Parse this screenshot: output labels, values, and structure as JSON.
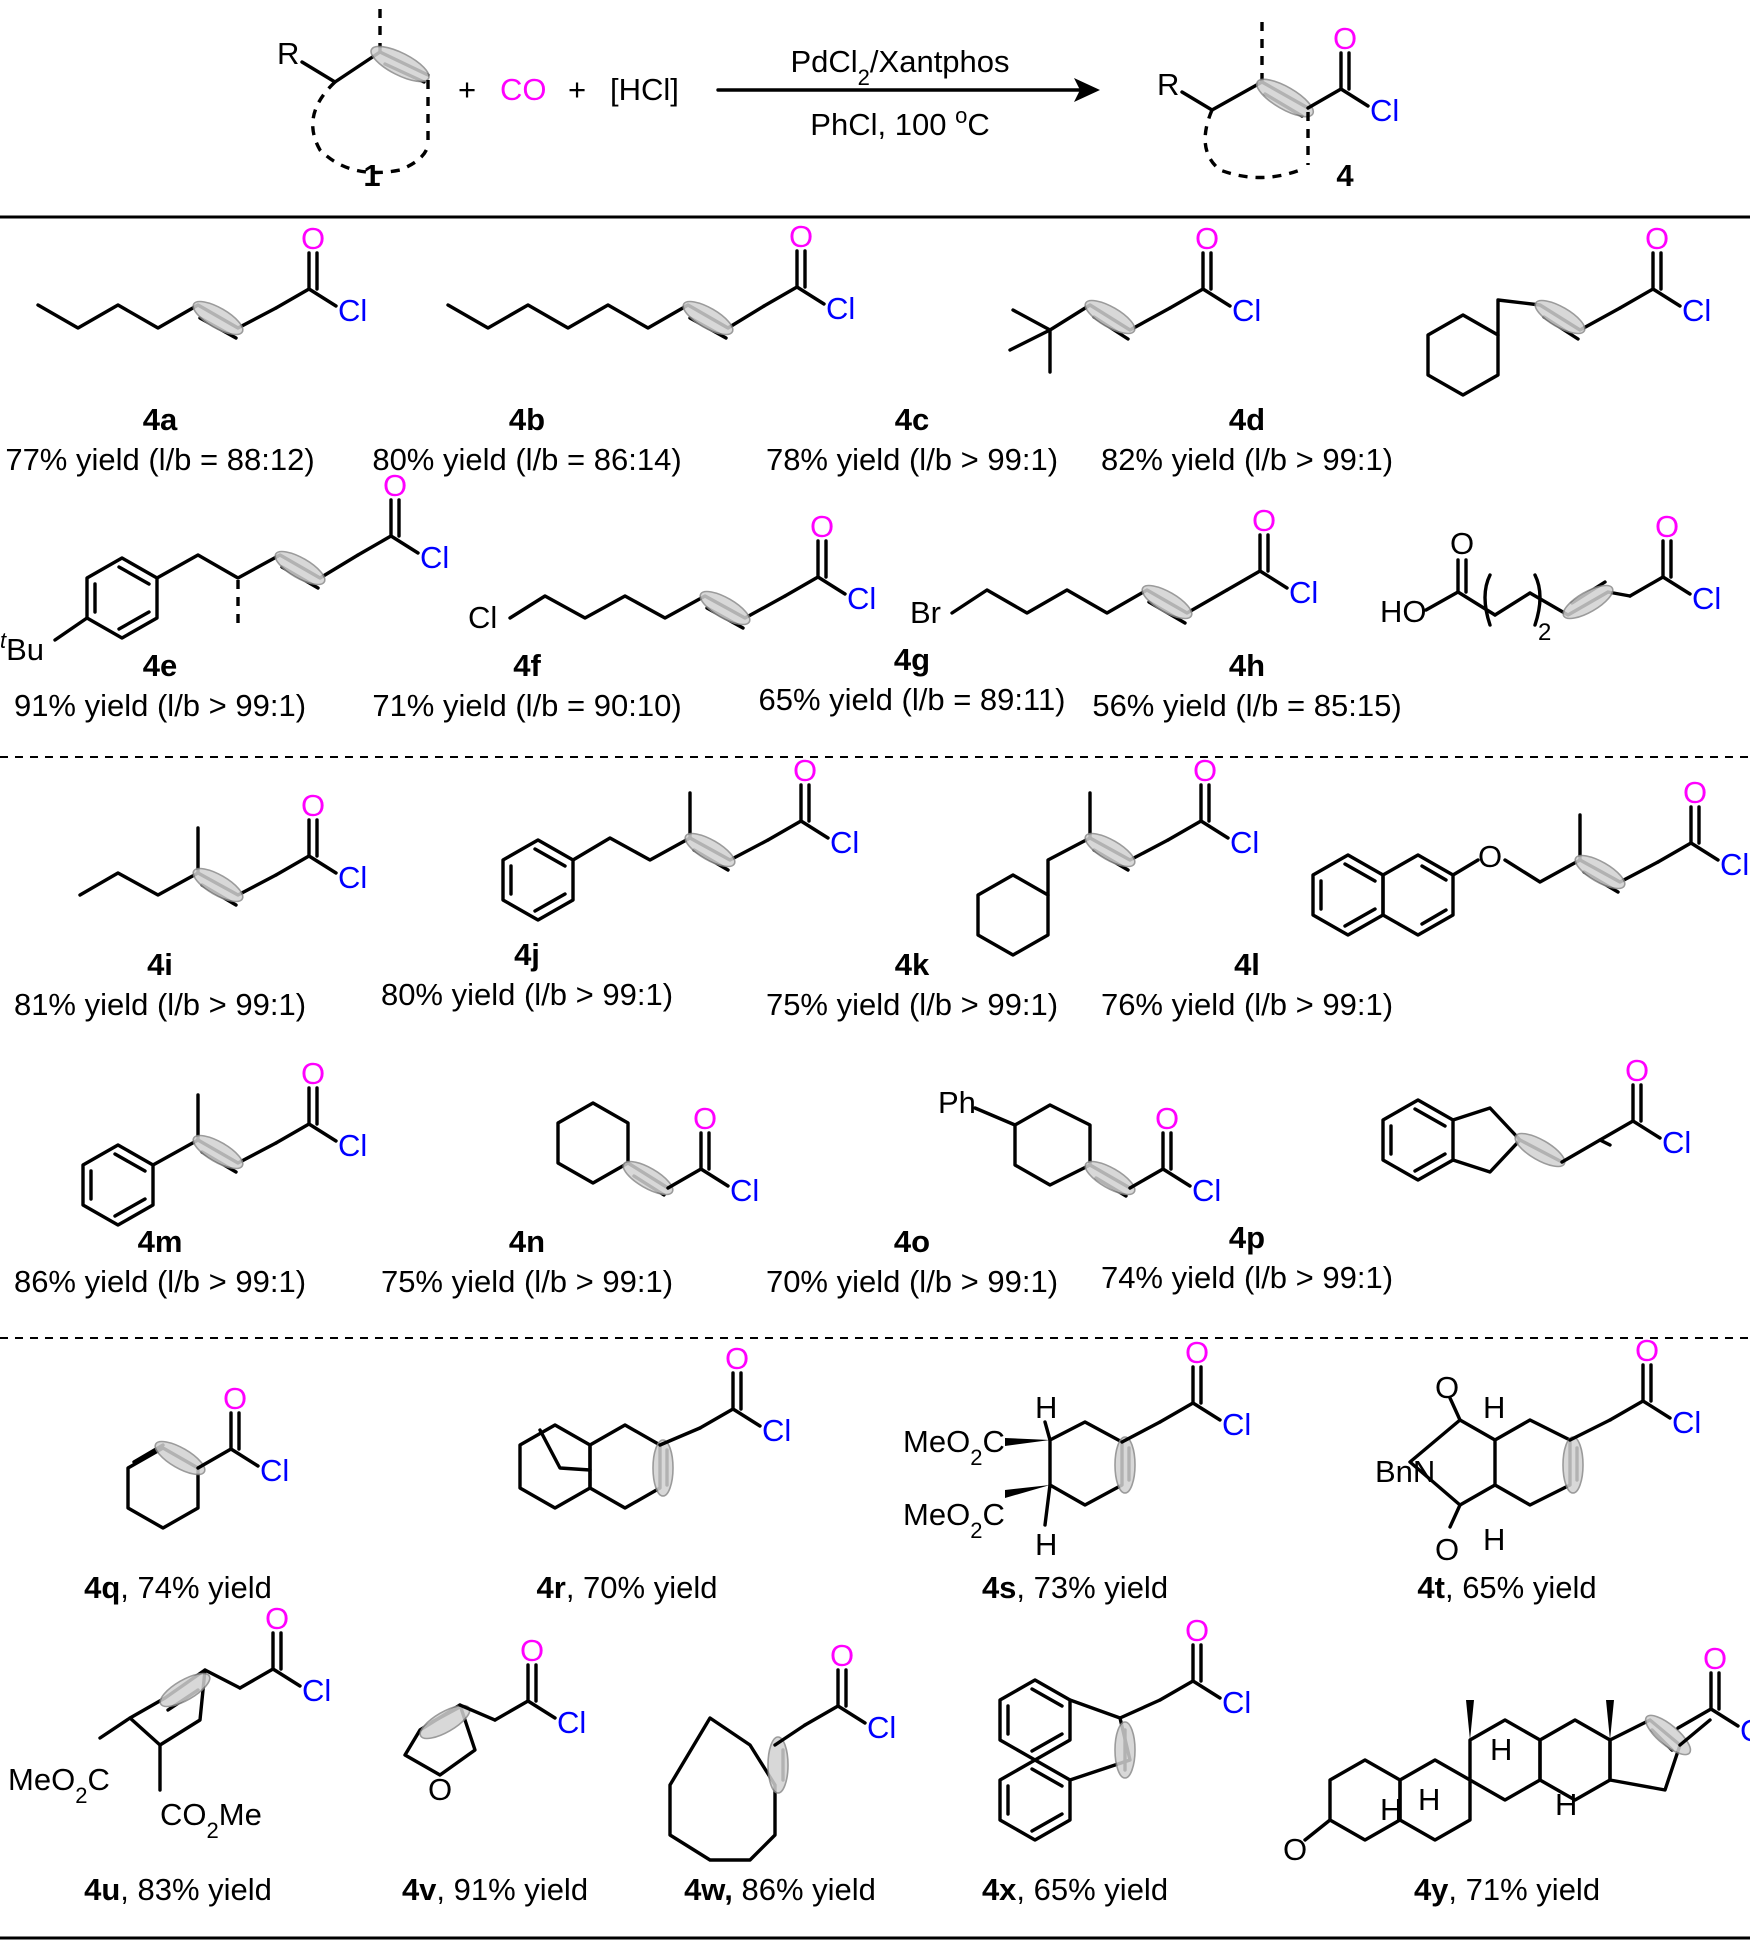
{
  "reaction": {
    "substrate_label": "1",
    "substituent": "R",
    "plus1": "+",
    "co": "CO",
    "plus2": "+",
    "acid": "[HCl]",
    "catalyst": "PdCl2/Xantphos",
    "conditions": "PhCl, 100 oC",
    "product_label": "4",
    "product_substituent": "R",
    "product_o": "O",
    "product_cl": "Cl",
    "colors": {
      "co": "#ff00ff",
      "oxygen": "#ff00ff",
      "chlorine": "#0000ff"
    }
  },
  "atoms": {
    "o": "O",
    "cl": "Cl"
  },
  "groups": {
    "tbu": "tBu",
    "cl": "Cl",
    "br": "Br",
    "ho": "HO",
    "sub2": "2",
    "ph": "Ph",
    "meo2c": "MeO2C",
    "co2me": "CO2Me",
    "h": "H",
    "bnn": "BnN",
    "o": "O"
  },
  "products": [
    {
      "id": "4a",
      "yield": "77% yield (l/b = 88:12)"
    },
    {
      "id": "4b",
      "yield": "80% yield (l/b = 86:14)"
    },
    {
      "id": "4c",
      "yield": "78% yield (l/b > 99:1)"
    },
    {
      "id": "4d",
      "yield": "82% yield (l/b > 99:1)"
    },
    {
      "id": "4e",
      "yield": "91% yield (l/b > 99:1)"
    },
    {
      "id": "4f",
      "yield": "71% yield (l/b = 90:10)"
    },
    {
      "id": "4g",
      "yield": "65% yield (l/b = 89:11)"
    },
    {
      "id": "4h",
      "yield": "56% yield (l/b = 85:15)"
    },
    {
      "id": "4i",
      "yield": "81% yield (l/b > 99:1)"
    },
    {
      "id": "4j",
      "yield": "80% yield (l/b > 99:1)"
    },
    {
      "id": "4k",
      "yield": "75% yield (l/b > 99:1)"
    },
    {
      "id": "4l",
      "yield": "76% yield (l/b > 99:1)"
    },
    {
      "id": "4m",
      "yield": "86% yield (l/b > 99:1)"
    },
    {
      "id": "4n",
      "yield": "75% yield (l/b > 99:1)"
    },
    {
      "id": "4o",
      "yield": "70% yield (l/b > 99:1)"
    },
    {
      "id": "4p",
      "yield": "74% yield (l/b > 99:1)"
    },
    {
      "id": "4q",
      "yield": ", 74% yield"
    },
    {
      "id": "4r",
      "yield": ", 70% yield"
    },
    {
      "id": "4s",
      "yield": ", 73% yield"
    },
    {
      "id": "4t",
      "yield": ", 65% yield"
    },
    {
      "id": "4u",
      "yield": ", 83% yield"
    },
    {
      "id": "4v",
      "yield": ", 91% yield"
    },
    {
      "id": "4w,",
      "yield": " 86% yield"
    },
    {
      "id": "4x",
      "yield": ", 65% yield"
    },
    {
      "id": "4y",
      "yield": ", 71% yield"
    }
  ]
}
